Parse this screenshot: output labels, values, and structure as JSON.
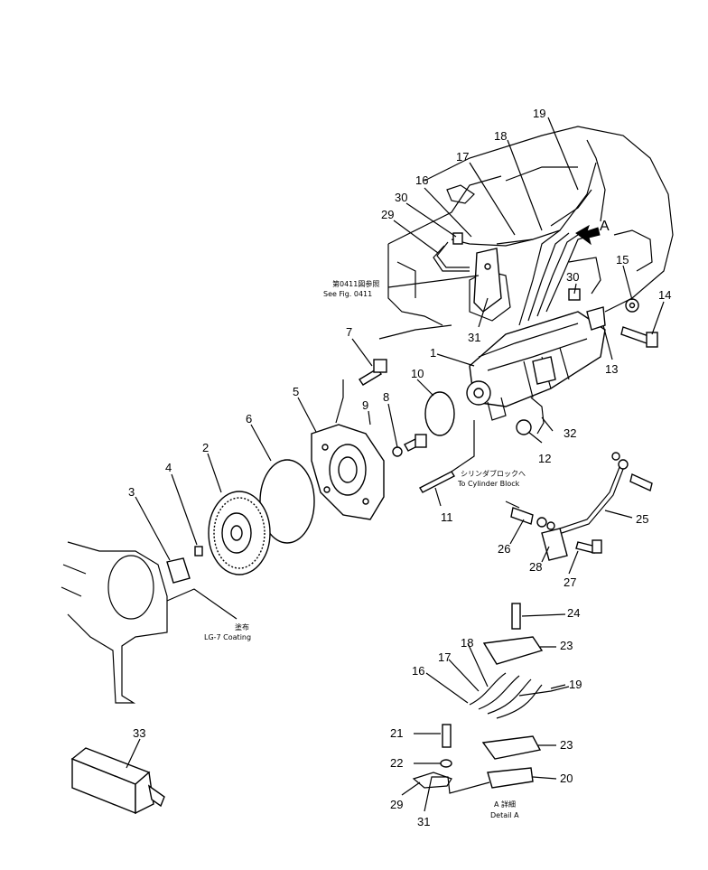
{
  "callouts": [
    {
      "id": "c1",
      "label": "1"
    },
    {
      "id": "c2",
      "label": "2"
    },
    {
      "id": "c3",
      "label": "3"
    },
    {
      "id": "c4",
      "label": "4"
    },
    {
      "id": "c5",
      "label": "5"
    },
    {
      "id": "c6",
      "label": "6"
    },
    {
      "id": "c7",
      "label": "7"
    },
    {
      "id": "c8",
      "label": "8"
    },
    {
      "id": "c9",
      "label": "9"
    },
    {
      "id": "c10",
      "label": "10"
    },
    {
      "id": "c11",
      "label": "11"
    },
    {
      "id": "c12",
      "label": "12"
    },
    {
      "id": "c13",
      "label": "13"
    },
    {
      "id": "c14",
      "label": "14"
    },
    {
      "id": "c15",
      "label": "15"
    },
    {
      "id": "c16",
      "label": "16"
    },
    {
      "id": "c17",
      "label": "17"
    },
    {
      "id": "c18",
      "label": "18"
    },
    {
      "id": "c19",
      "label": "19"
    },
    {
      "id": "c20",
      "label": "20"
    },
    {
      "id": "c21",
      "label": "21"
    },
    {
      "id": "c22",
      "label": "22"
    },
    {
      "id": "c23a",
      "label": "23"
    },
    {
      "id": "c23b",
      "label": "23"
    },
    {
      "id": "c24",
      "label": "24"
    },
    {
      "id": "c25",
      "label": "25"
    },
    {
      "id": "c26",
      "label": "26"
    },
    {
      "id": "c27",
      "label": "27"
    },
    {
      "id": "c28",
      "label": "28"
    },
    {
      "id": "c29a",
      "label": "29"
    },
    {
      "id": "c29b",
      "label": "29"
    },
    {
      "id": "c30a",
      "label": "30"
    },
    {
      "id": "c30b",
      "label": "30"
    },
    {
      "id": "c31a",
      "label": "31"
    },
    {
      "id": "c31b",
      "label": "31"
    },
    {
      "id": "c32",
      "label": "32"
    },
    {
      "id": "c33",
      "label": "33"
    },
    {
      "id": "c16b",
      "label": "16"
    },
    {
      "id": "c17b",
      "label": "17"
    },
    {
      "id": "c18b",
      "label": "18"
    },
    {
      "id": "c19b",
      "label": "19"
    }
  ],
  "notes": {
    "see_fig_jp": "第0411図参照",
    "see_fig_en": "See Fig. 0411",
    "cyl_block_jp": "シリンダブロックへ",
    "cyl_block_en": "To Cylinder Block",
    "coating_jp": "塗布",
    "coating_en": "LG-7 Coating",
    "detail_jp": "A 詳細",
    "detail_en": "Detail A",
    "arrow_label": "A"
  }
}
